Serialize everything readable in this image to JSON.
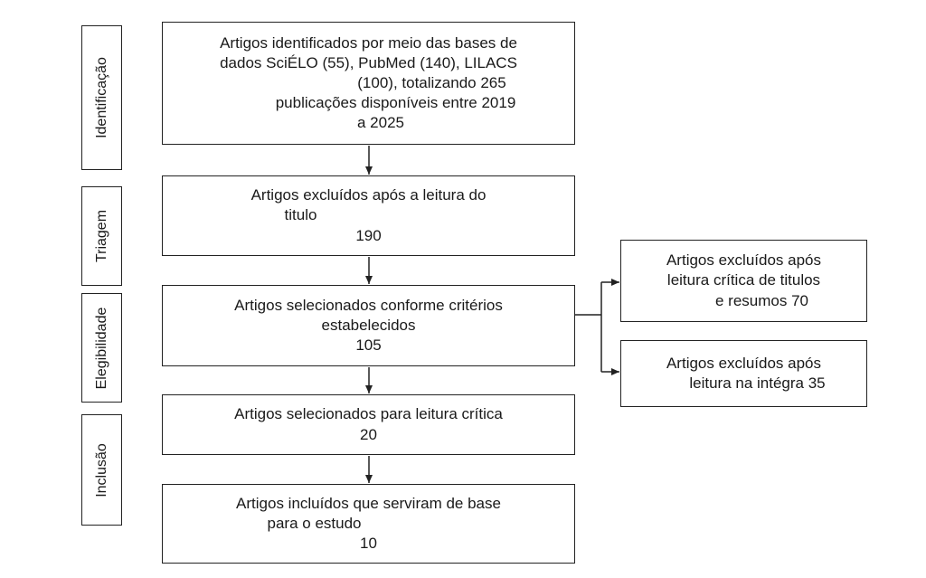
{
  "stages": [
    {
      "id": "identificacao",
      "label": "Identificação"
    },
    {
      "id": "triagem",
      "label": "Triagem"
    },
    {
      "id": "elegibilidade",
      "label": "Elegibilidade"
    },
    {
      "id": "inclusao",
      "label": "Inclusão"
    }
  ],
  "boxes": {
    "identified": {
      "lines": [
        "Artigos identificados por meio das bases de",
        "dados SciÉLO (55), PubMed (140), LILACS",
        "(100), totalizando 265",
        "publicações disponíveis entre 2019",
        "a 2025"
      ]
    },
    "excluded_title": {
      "lines": [
        "Artigos excluídos após a leitura do",
        "titulo",
        "190"
      ]
    },
    "selected_criteria": {
      "lines": [
        "Artigos selecionados conforme critérios",
        "estabelecidos",
        "105"
      ]
    },
    "selected_reading": {
      "lines": [
        "Artigos selecionados para leitura crítica",
        "20"
      ]
    },
    "included": {
      "lines": [
        "Artigos incluídos que serviram de base",
        "para o estudo",
        "10"
      ]
    },
    "excluded_abstracts": {
      "lines": [
        "Artigos excluídos após",
        "leitura crítica de titulos",
        "e resumos 70"
      ]
    },
    "excluded_fulltext": {
      "lines": [
        "Artigos excluídos após",
        "leitura na intégra 35"
      ]
    }
  }
}
